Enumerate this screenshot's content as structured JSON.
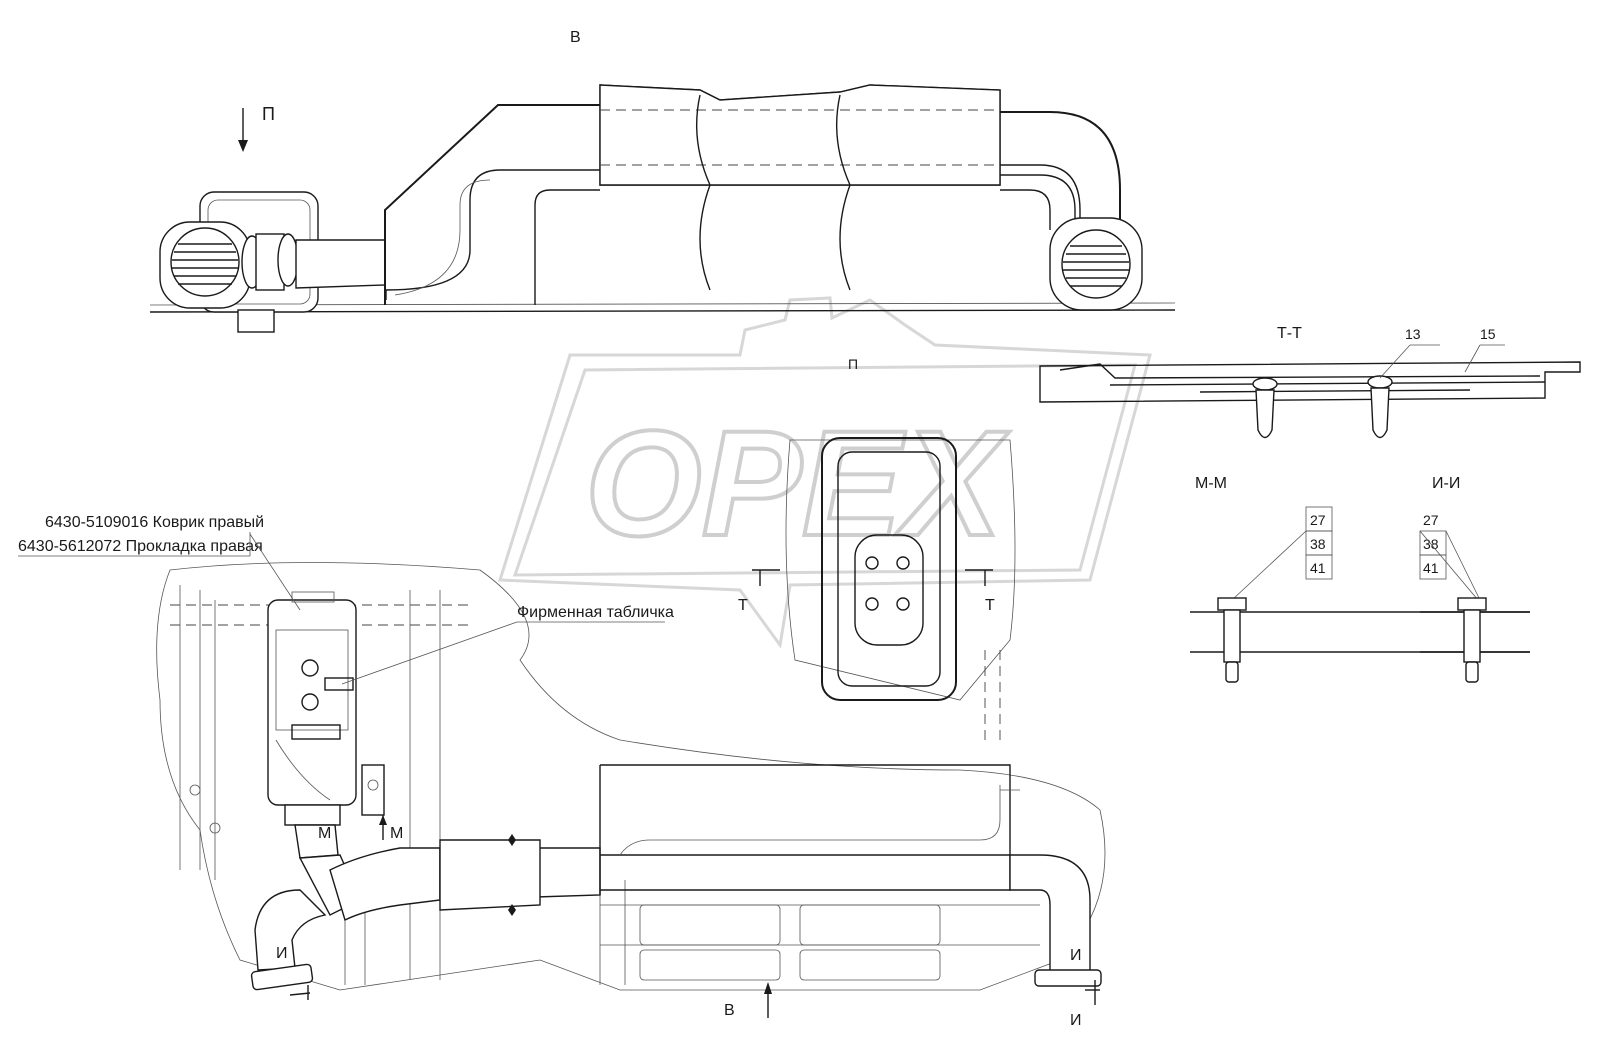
{
  "view_labels": {
    "view_b_top": "В",
    "view_b_bottom": "В",
    "arrow_p": "П",
    "section_tt": "Т-Т",
    "section_mm": "М-М",
    "section_ii": "И-И",
    "t_left": "Т",
    "t_right": "Т",
    "m_left": "М",
    "m_right": "М",
    "i_left": "И",
    "i_right": "И",
    "i_bottom": "И",
    "p_small": "П"
  },
  "callouts": {
    "mat_right": "6430-5109016 Коврик правый",
    "gasket_right": "6430-5612072 Прокладка правая",
    "nameplate": "Фирменная табличка"
  },
  "positions_tt": [
    "13",
    "15"
  ],
  "positions_mm": [
    "27",
    "38",
    "41"
  ],
  "positions_ii": [
    "27",
    "38",
    "41"
  ],
  "watermark": "OPEX"
}
